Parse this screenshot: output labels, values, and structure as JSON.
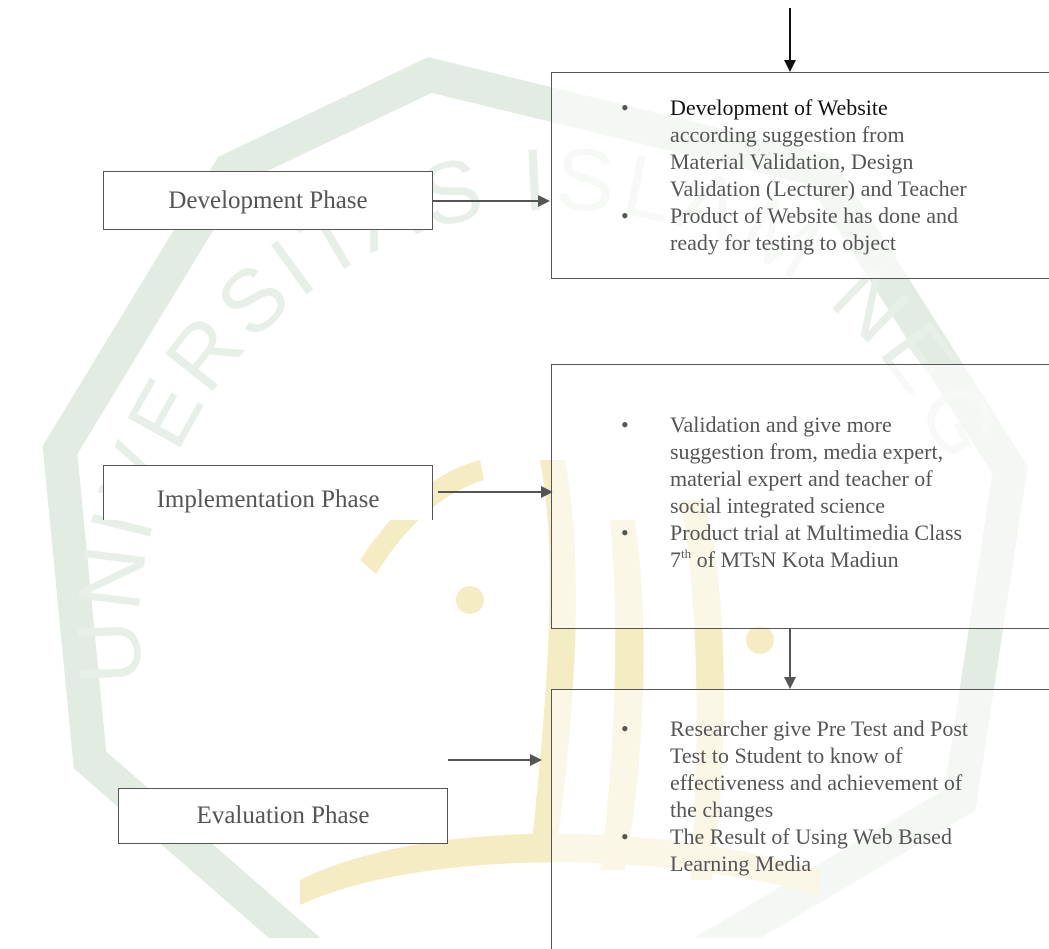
{
  "phases": [
    {
      "label": "Development Phase",
      "items": [
        {
          "lines": [
            "Development of Website",
            "according suggestion from",
            "Material Validation, Design",
            "Validation (Lecturer) and Teacher"
          ]
        },
        {
          "lines": [
            "Product of Website has done and",
            "ready for testing to object"
          ]
        }
      ]
    },
    {
      "label": "Implementation Phase",
      "items": [
        {
          "lines": [
            "Validation and give more",
            "suggestion from, media expert,",
            "material expert and teacher of",
            "social integrated science"
          ]
        },
        {
          "lines": [
            "Product trial at Multimedia Class",
            "7",
            "th",
            " of MTsN Kota Madiun"
          ]
        }
      ]
    },
    {
      "label": "Evaluation Phase",
      "items": [
        {
          "lines": [
            "Researcher give Pre Test and Post",
            "Test to Student to know of",
            "effectiveness and achievement of",
            "the changes"
          ]
        },
        {
          "lines": [
            "The Result of Using Web Based",
            "Learning Media"
          ]
        }
      ]
    }
  ],
  "colors": {
    "border": "#555555",
    "text": "#555555",
    "dark_text": "#111111",
    "watermark_green": "#e3ece3",
    "watermark_yellow": "#f3e9b8"
  }
}
